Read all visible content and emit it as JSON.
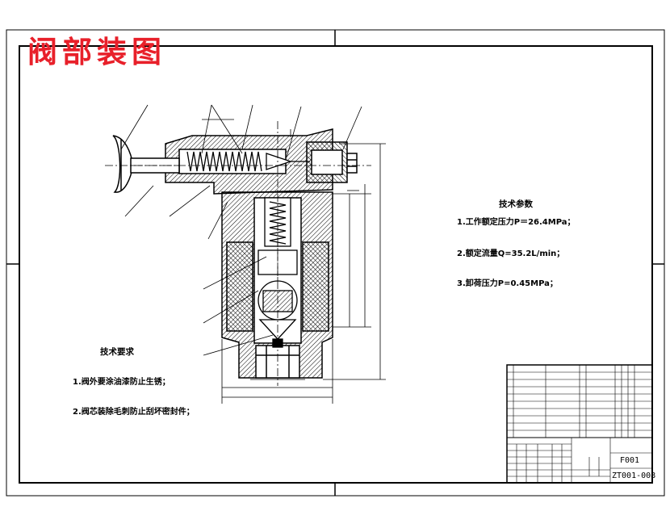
{
  "title": "阀部装图",
  "tech_params": {
    "heading": "技术参数",
    "items": [
      "1.工作额定压力P＝26.4MPa；",
      "2.额定流量Q=35.2L/min；",
      "3.卸荷压力P=0.45MPa；"
    ]
  },
  "tech_req": {
    "heading": "技术要求",
    "items": [
      "1.阀外要涂油漆防止生锈；",
      "2.阀芯装除毛刺防止刮坏密封件；"
    ]
  },
  "title_block": {
    "part_name": "F001",
    "drawing_no": "ZT001-008"
  },
  "colors": {
    "title": "#e8202a",
    "line": "#000000",
    "hatch": "#000000"
  }
}
